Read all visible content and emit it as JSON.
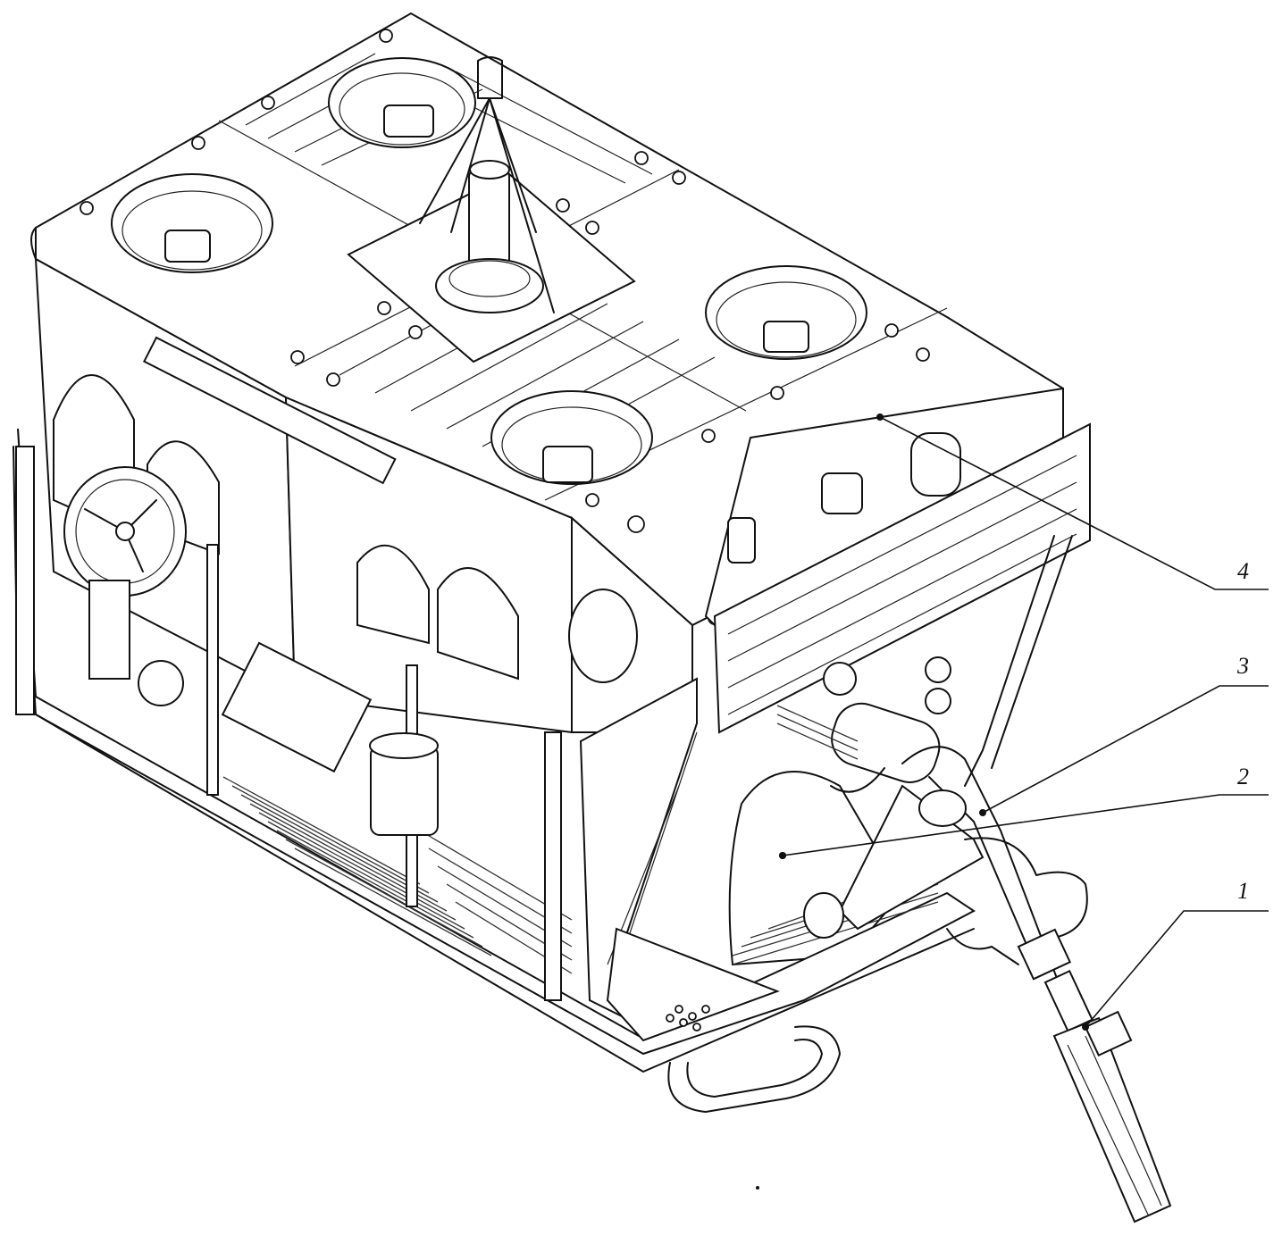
{
  "figure": {
    "callouts": [
      {
        "id": "1",
        "label": "1"
      },
      {
        "id": "2",
        "label": "2"
      },
      {
        "id": "3",
        "label": "3"
      },
      {
        "id": "4",
        "label": "4"
      }
    ],
    "icons": [
      "rov-frame-icon",
      "thruster-icon",
      "manipulator-arm-icon",
      "lifting-shackle-icon"
    ],
    "line_color": "#111111",
    "background_color": "#ffffff"
  }
}
